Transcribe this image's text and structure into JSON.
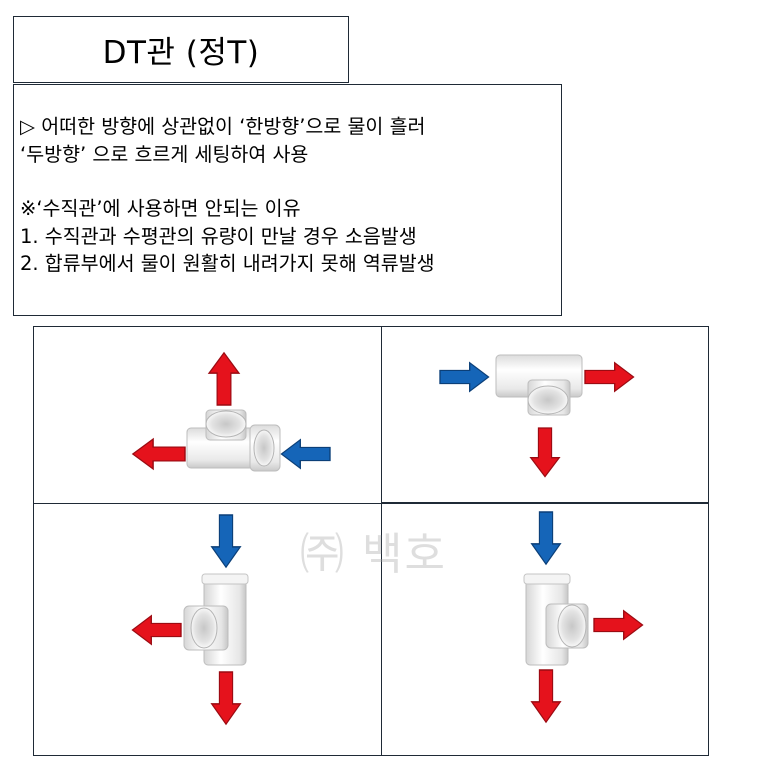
{
  "title": "DT관 (정T)",
  "description": {
    "line1": "▷ 어떠한 방향에 상관없이 ‘한방향’으로 물이 흘러",
    "line2": "‘두방향’ 으로 흐르게 세팅하여 사용",
    "note_heading": "※‘수직관’에 사용하면 안되는 이유",
    "reasons": [
      "1.  수직관과 수평관의 유량이 만날 경우 소음발생",
      "2.  합류부에서 물이 원활히 내려가지 못해 역류발생"
    ]
  },
  "watermark": "㈜ 백호",
  "colors": {
    "inflow_arrow": "#1565b8",
    "outflow_arrow": "#e5121c",
    "border": "#1f2a36",
    "pipe": "#efefef"
  },
  "icons": {
    "inflow": "blue-arrow-icon",
    "outflow": "red-arrow-icon",
    "fitting": "tee-pipe-fitting-icon"
  }
}
